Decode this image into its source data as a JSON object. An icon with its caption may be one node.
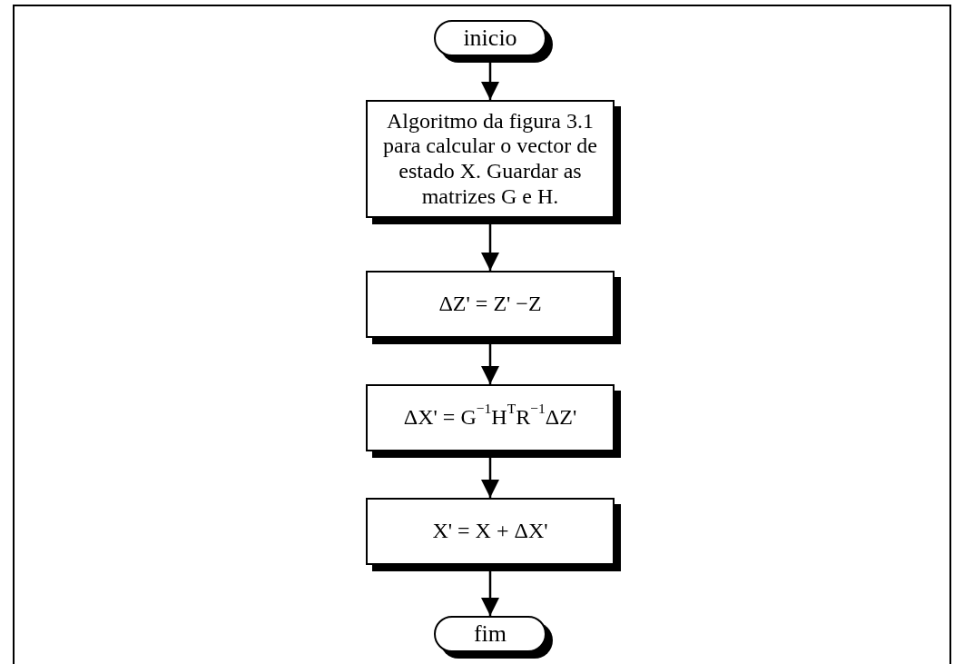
{
  "diagram": {
    "nodes": [
      {
        "text": [
          "inicio"
        ]
      },
      {
        "text": [
          "Algoritmo da figura 3.1 para calcular o vector de estado X. Guardar as matrizes G e H."
        ]
      },
      {
        "text": [
          "ΔZ' = Z' −Z"
        ]
      },
      {
        "text": [
          "ΔX' = G$^{−1}$H$^{T}$R$^{−1}$ΔZ'"
        ]
      },
      {
        "text": [
          "X' = X + ΔX'"
        ]
      },
      {
        "text": [
          "fim"
        ]
      }
    ],
    "edges": [
      {
        "from": 0,
        "to": 1,
        "arrow": "to"
      },
      {
        "from": 1,
        "to": 2,
        "arrow": "to"
      },
      {
        "from": 2,
        "to": 3,
        "arrow": "to"
      },
      {
        "from": 3,
        "to": 4,
        "arrow": "to"
      },
      {
        "from": 4,
        "to": 5,
        "arrow": "to"
      }
    ]
  }
}
